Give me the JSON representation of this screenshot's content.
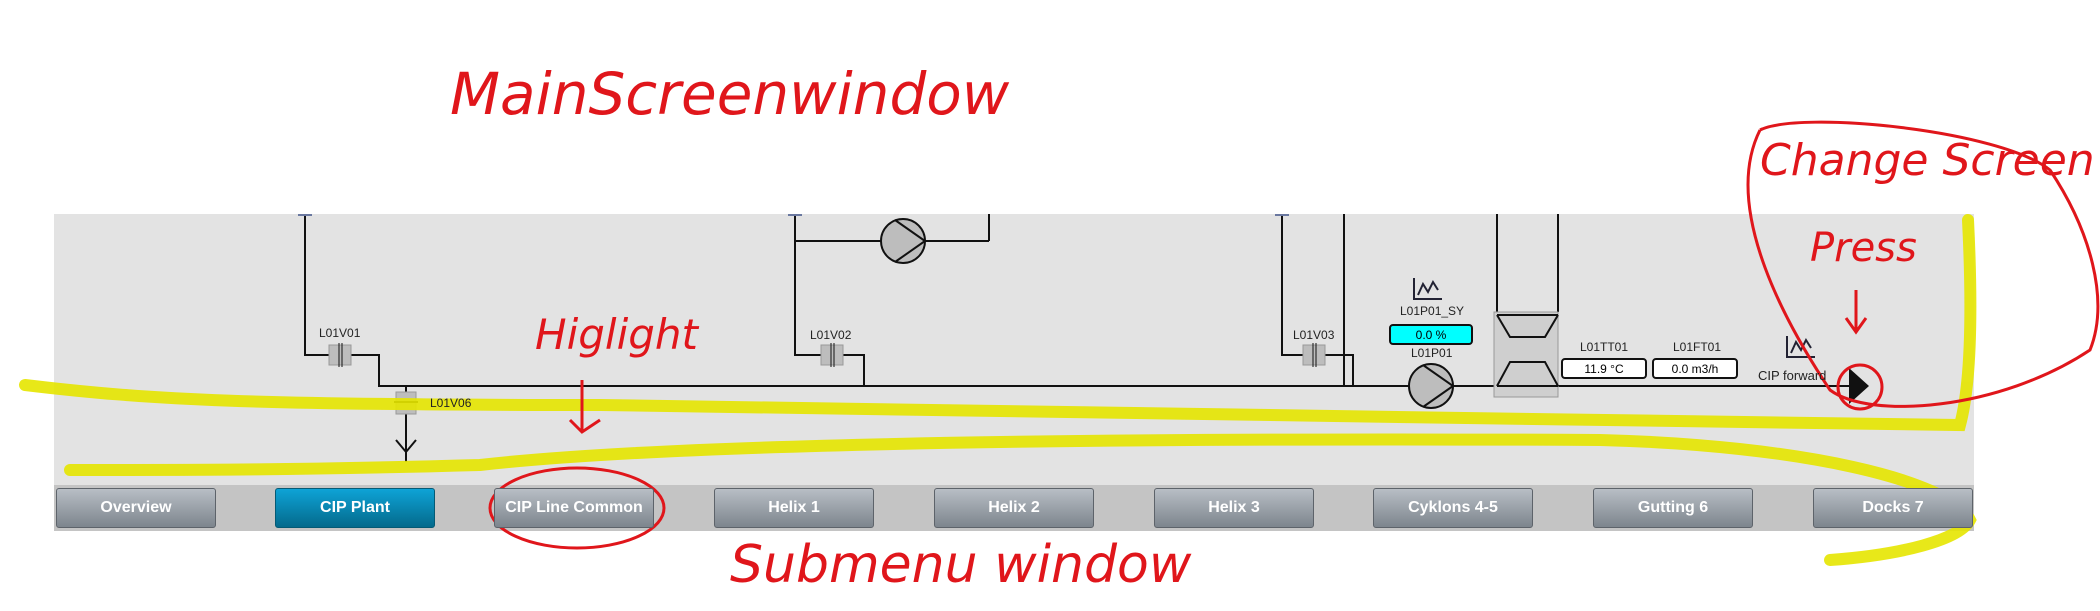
{
  "annotations": {
    "main_window": "MainScreenwindow",
    "change_screen": "Change Screen",
    "press": "Press",
    "highlight": "Higlight",
    "submenu_window": "Submenu window"
  },
  "process": {
    "valves": [
      "L01V01",
      "L01V02",
      "L01V03",
      "L01V06"
    ],
    "pump_setpoint_label": "L01P01_SY",
    "pump_setpoint_value": "0.0 %",
    "pump_label": "L01P01",
    "temp_label": "L01TT01",
    "temp_value": "11.9 °C",
    "flow_label": "L01FT01",
    "flow_value": "0.0 m3/h",
    "cip_forward_label": "CIP forward"
  },
  "nav": {
    "active": "CIP Plant",
    "items": [
      "Overview",
      "CIP Plant",
      "CIP Line Common",
      "Helix 1",
      "Helix 2",
      "Helix 3",
      "Cyklons 4-5",
      "Gutting 6",
      "Docks 7"
    ]
  },
  "colors": {
    "accent": "#0a8fbf",
    "annotation": "#e0161b",
    "highlight": "#e6e600",
    "setpoint": "#00ffff"
  }
}
